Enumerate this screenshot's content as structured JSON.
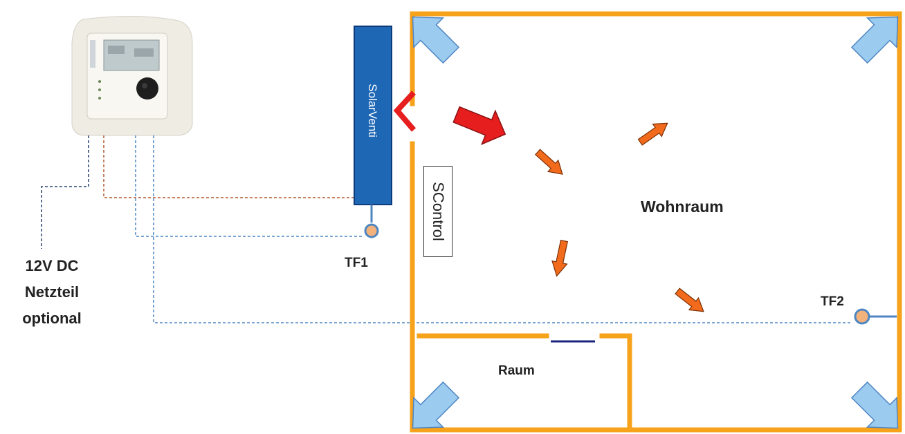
{
  "labels": {
    "power_supply": [
      "12V DC",
      "Netzteil",
      "optional"
    ],
    "collector": "SolarVenti",
    "controller": "SControl",
    "sensor_1": "TF1",
    "sensor_2": "TF2",
    "living_room": "Wohnraum",
    "room": "Raum"
  },
  "colors": {
    "wall": "#f7a21b",
    "collector": "#1d67b5",
    "inlet_arrow": "#e61e1e",
    "air_flow": "#f26b1d",
    "exhaust": "#9ccbf0",
    "sensor_fill": "#f3b27c",
    "sensor_ring": "#4e86c2",
    "wire_blue": "#4e86c2",
    "wire_brown": "#b0562a",
    "wire_navy": "#27406e",
    "door": "#1a237e"
  },
  "icons": [
    "controller-device",
    "temperature-sensor-icon",
    "air-flow-arrow-icon",
    "exhaust-vent-icon"
  ]
}
